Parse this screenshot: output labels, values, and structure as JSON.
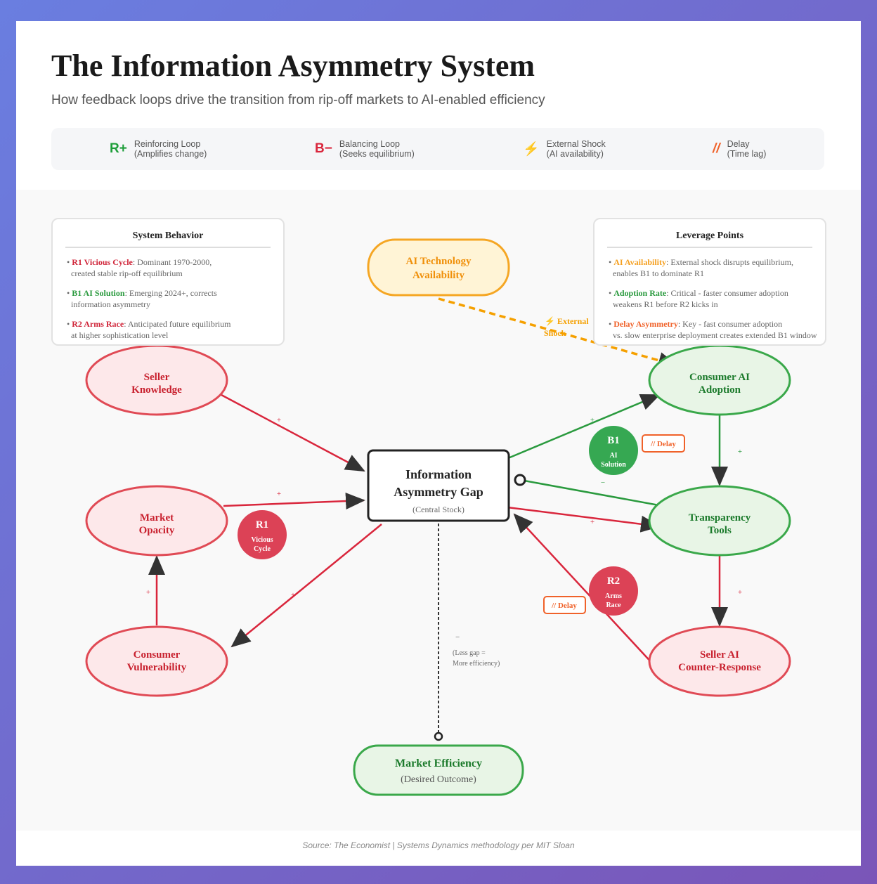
{
  "title": "The Information Asymmetry System",
  "subtitle": "How feedback loops drive the transition from rip-off markets to AI-enabled efficiency",
  "legend": [
    {
      "symbol": "R+",
      "label": "Reinforcing Loop",
      "desc": "(Amplifies change)",
      "color": "#1e9e3a"
    },
    {
      "symbol": "B−",
      "label": "Balancing Loop",
      "desc": "(Seeks equilibrium)",
      "color": "#d9263c"
    },
    {
      "symbol": "⚡",
      "label": "External Shock",
      "desc": "(AI availability)",
      "color": "#f5a623"
    },
    {
      "symbol": "//",
      "label": "Delay",
      "desc": "(Time lag)",
      "color": "#f0622a"
    }
  ],
  "behavior": {
    "title": "System Behavior",
    "items": [
      {
        "key": "R1 Vicious Cycle",
        "text": ": Dominant 1970-2000,",
        "text2": "created stable rip-off equilibrium",
        "color": "#d0263a"
      },
      {
        "key": "B1 AI Solution",
        "text": ": Emerging 2024+, corrects",
        "text2": "information asymmetry",
        "color": "#2a9a3e"
      },
      {
        "key": "R2 Arms Race",
        "text": ": Anticipated future equilibrium",
        "text2": "at higher sophistication level",
        "color": "#d0263a"
      }
    ]
  },
  "leverage": {
    "title": "Leverage Points",
    "items": [
      {
        "key": "AI Availability",
        "text": ": External shock disrupts equilibrium,",
        "text2": "enables B1 to dominate R1",
        "color": "#f5a020"
      },
      {
        "key": "Adoption Rate",
        "text": ": Critical - faster consumer adoption",
        "text2": "weakens R1 before R2 kicks in",
        "color": "#2a9a3e"
      },
      {
        "key": "Delay Asymmetry",
        "text": ": Key - fast consumer adoption",
        "text2": "vs. slow enterprise deployment creates extended B1 window",
        "color": "#f0622a"
      }
    ]
  },
  "nodes": {
    "ai_tech": [
      "AI Technology",
      "Availability"
    ],
    "gap": {
      "l1": "Information",
      "l2": "Asymmetry Gap",
      "l3": "(Central Stock)"
    },
    "seller_knowledge": [
      "Seller",
      "Knowledge"
    ],
    "market_opacity": [
      "Market",
      "Opacity"
    ],
    "consumer_vuln": [
      "Consumer",
      "Vulnerability"
    ],
    "consumer_ai": [
      "Consumer AI",
      "Adoption"
    ],
    "transparency": [
      "Transparency",
      "Tools"
    ],
    "seller_ai": [
      "Seller AI",
      "Counter-Response"
    ],
    "efficiency": {
      "l1": "Market Efficiency",
      "l2": "(Desired Outcome)"
    }
  },
  "loops": {
    "r1": {
      "id": "R1",
      "l1": "Vicious",
      "l2": "Cycle"
    },
    "b1": {
      "id": "B1",
      "l1": "AI",
      "l2": "Solution"
    },
    "r2": {
      "id": "R2",
      "l1": "Arms",
      "l2": "Race"
    }
  },
  "labels": {
    "plus": "+",
    "minus": "−",
    "delay": "// Delay",
    "shock1": "⚡ External",
    "shock2": "Shock",
    "less1": "(Less gap =",
    "less2": "More efficiency)"
  },
  "footer": "Source: The Economist | Systems Dynamics methodology per MIT Sloan"
}
